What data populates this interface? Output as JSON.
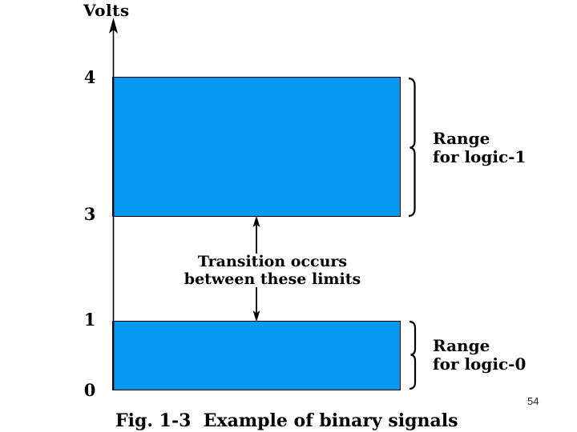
{
  "figure": {
    "axis": {
      "title": "Volts",
      "ticks": [
        "4",
        "3",
        "1",
        "0"
      ]
    },
    "ranges": {
      "logic1": {
        "label_line1": "Range",
        "label_line2": "for logic-1",
        "from_volts": 3,
        "to_volts": 4
      },
      "logic0": {
        "label_line1": "Range",
        "label_line2": "for logic-0",
        "from_volts": 0,
        "to_volts": 1
      }
    },
    "annotation": {
      "line1": "Transition occurs",
      "line2": "between these limits"
    },
    "caption": "Fig. 1-3  Example of binary signals"
  },
  "page_number": "54",
  "colors": {
    "range_fill": "#0598F0",
    "line": "#000000",
    "background": "#FFFFFF"
  }
}
